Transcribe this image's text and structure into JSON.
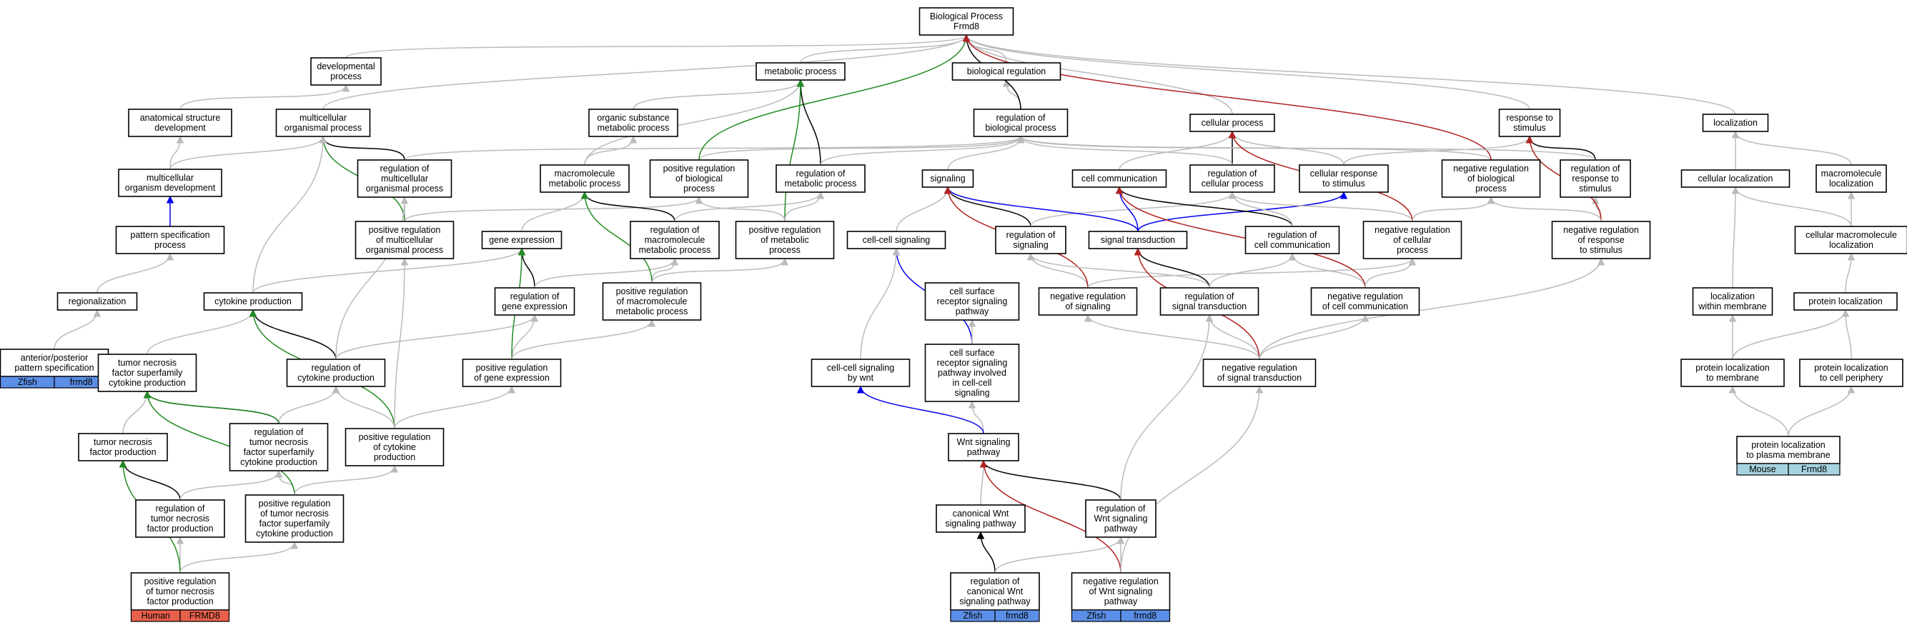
{
  "colors": {
    "is_a": "#bbbbbb",
    "part_of": "#000000",
    "regulates": "#000000",
    "positively_regulates": "#228b22",
    "negatively_regulates": "#b22222",
    "occurs_in": "#0000ee",
    "human": "#e8604c",
    "zfish": "#5b8ee6",
    "mouse": "#a7d3e0"
  },
  "nodes": {
    "bp": [
      "Biological Process",
      "Frmd8"
    ],
    "dev": [
      "developmental",
      "process"
    ],
    "met": [
      "metabolic process"
    ],
    "bioreg": [
      "biological regulation"
    ],
    "resp": [
      "response to",
      "stimulus"
    ],
    "loc": [
      "localization"
    ],
    "anat": [
      "anatomical structure",
      "development"
    ],
    "multi": [
      "multicellular",
      "organismal process"
    ],
    "org": [
      "organic substance",
      "metabolic process"
    ],
    "regbio": [
      "regulation of",
      "biological process"
    ],
    "cellp": [
      "cellular process"
    ],
    "mdev": [
      "multicellular",
      "organism development"
    ],
    "regmulti": [
      "regulation of",
      "multicellular",
      "organismal process"
    ],
    "macro": [
      "macromolecule",
      "metabolic process"
    ],
    "posbio": [
      "positive regulation",
      "of biological",
      "process"
    ],
    "regmet": [
      "regulation of",
      "metabolic process"
    ],
    "signaling": [
      "signaling"
    ],
    "cellcomm": [
      "cell communication"
    ],
    "regcell": [
      "regulation of",
      "cellular process"
    ],
    "cellresp": [
      "cellular response",
      "to stimulus"
    ],
    "negbio": [
      "negative regulation",
      "of biological",
      "process"
    ],
    "regresp": [
      "regulation of",
      "response to",
      "stimulus"
    ],
    "cellloc": [
      "cellular localization"
    ],
    "macloc": [
      "macromolecule",
      "localization"
    ],
    "pattern": [
      "pattern specification",
      "process"
    ],
    "posmulti": [
      "positive regulation",
      "of multicellular",
      "organismal process"
    ],
    "gene": [
      "gene expression"
    ],
    "regmacro": [
      "regulation of",
      "macromolecule",
      "metabolic process"
    ],
    "posmet": [
      "positive regulation",
      "of metabolic",
      "process"
    ],
    "cellcell": [
      "cell-cell signaling"
    ],
    "regsig": [
      "regulation of",
      "signaling"
    ],
    "sigtrans": [
      "signal transduction"
    ],
    "regcomm": [
      "regulation of",
      "cell communication"
    ],
    "negcell": [
      "negative regulation",
      "of cellular",
      "process"
    ],
    "negresp": [
      "negative regulation",
      "of response",
      "to stimulus"
    ],
    "cellmacloc": [
      "cellular macromolecule",
      "localization"
    ],
    "regional": [
      "regionalization"
    ],
    "cyto": [
      "cytokine production"
    ],
    "reggene": [
      "regulation of",
      "gene expression"
    ],
    "posmacro": [
      "positive regulation",
      "of macromolecule",
      "metabolic process"
    ],
    "csrsp": [
      "cell surface",
      "receptor signaling",
      "pathway"
    ],
    "negsig": [
      "negative regulation",
      "of signaling"
    ],
    "regsigtrans": [
      "regulation of",
      "signal transduction"
    ],
    "negcomm": [
      "negative regulation",
      "of cell communication"
    ],
    "locmem": [
      "localization",
      "within membrane"
    ],
    "protloc": [
      "protein localization"
    ],
    "ap": [
      "anterior/posterior",
      "pattern specification"
    ],
    "tnfsp": [
      "tumor necrosis",
      "factor superfamily",
      "cytokine production"
    ],
    "regcyto": [
      "regulation of",
      "cytokine production"
    ],
    "posgene": [
      "positive regulation",
      "of gene expression"
    ],
    "csrspcc": [
      "cell surface",
      "receptor signaling",
      "pathway involved",
      "in cell-cell",
      "signaling"
    ],
    "ccwnt": [
      "cell-cell signaling",
      "by wnt"
    ],
    "negsigtrans": [
      "negative regulation",
      "of signal transduction"
    ],
    "protmem": [
      "protein localization",
      "to membrane"
    ],
    "protper": [
      "protein localization",
      "to cell periphery"
    ],
    "tnf": [
      "tumor necrosis",
      "factor production"
    ],
    "regtnfsp": [
      "regulation of",
      "tumor necrosis",
      "factor superfamily",
      "cytokine production"
    ],
    "poscyto": [
      "positive regulation",
      "of cytokine",
      "production"
    ],
    "wnt": [
      "Wnt signaling",
      "pathway"
    ],
    "protpm": [
      "protein localization",
      "to plasma membrane"
    ],
    "regtnf": [
      "regulation of",
      "tumor necrosis",
      "factor production"
    ],
    "postnfsp": [
      "positive regulation",
      "of tumor necrosis",
      "factor superfamily",
      "cytokine production"
    ],
    "canwnt": [
      "canonical Wnt",
      "signaling pathway"
    ],
    "regwnt": [
      "regulation of",
      "Wnt signaling",
      "pathway"
    ],
    "postnf": [
      "positive regulation",
      "of tumor necrosis",
      "factor production"
    ],
    "regcanwnt": [
      "regulation of",
      "canonical Wnt",
      "signaling pathway"
    ],
    "negwnt": [
      "negative regulation",
      "of Wnt signaling",
      "pathway"
    ]
  },
  "labels": {
    "ap": [
      "Zfish",
      "frmd8"
    ],
    "protpm": [
      "Mouse",
      "Frmd8"
    ],
    "postnf": [
      "Human",
      "FRMD8"
    ],
    "regcanwnt": [
      "Zfish",
      "frmd8"
    ],
    "negwnt": [
      "Zfish",
      "frmd8"
    ]
  }
}
